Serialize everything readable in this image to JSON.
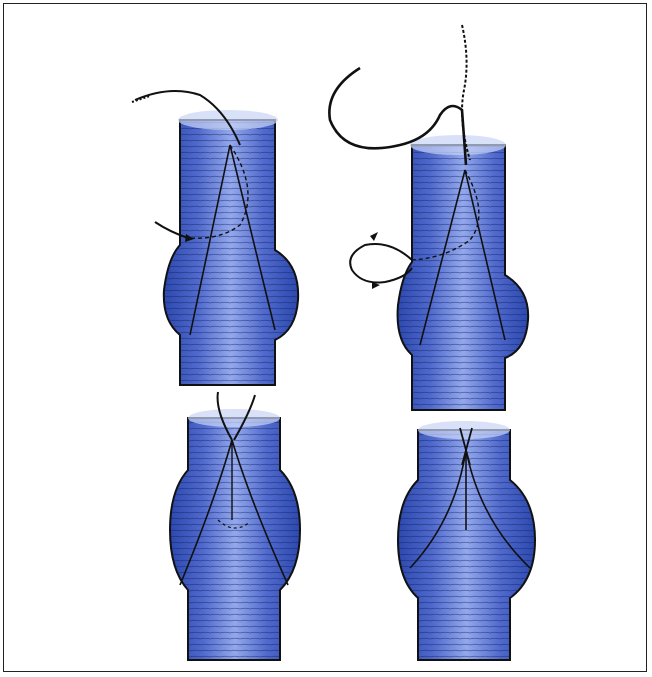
{
  "figure": {
    "panels": [
      {
        "id": "top-left",
        "stage": 1
      },
      {
        "id": "top-right",
        "stage": 2
      },
      {
        "id": "bottom-left",
        "stage": 3
      },
      {
        "id": "bottom-right",
        "stage": 4
      }
    ]
  },
  "colors": {
    "vessel_edge": "#3553b8",
    "vessel_center": "#7e96e4",
    "vessel_core": "#9aaeee",
    "ink": "#111111",
    "frame": "#222222",
    "background": "#ffffff"
  },
  "icons": {
    "needle": "curved-needle-icon",
    "arrow": "arrowhead-icon"
  }
}
